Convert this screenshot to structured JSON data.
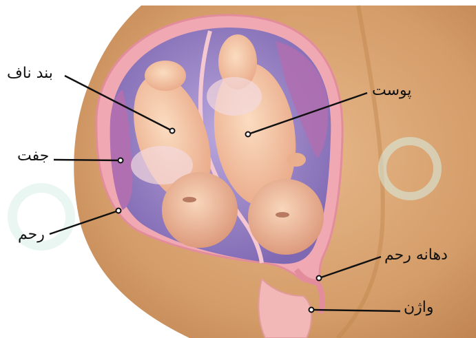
{
  "labels": {
    "umbilical_cord": "بند ناف",
    "placenta": "جفت",
    "uterus": "رحم",
    "skin": "پوست",
    "cervix": "دهانه رحم",
    "vagina": "واژن"
  },
  "colors": {
    "body_skin": "#d9a473",
    "uterus_wall": "#f0a9b2",
    "amniotic_fluid": "#9b86c4",
    "placenta": "#b06fb0",
    "fetus_skin": "#f4c7a2",
    "leader_line": "#111111",
    "watermark": "#d7eee6"
  }
}
